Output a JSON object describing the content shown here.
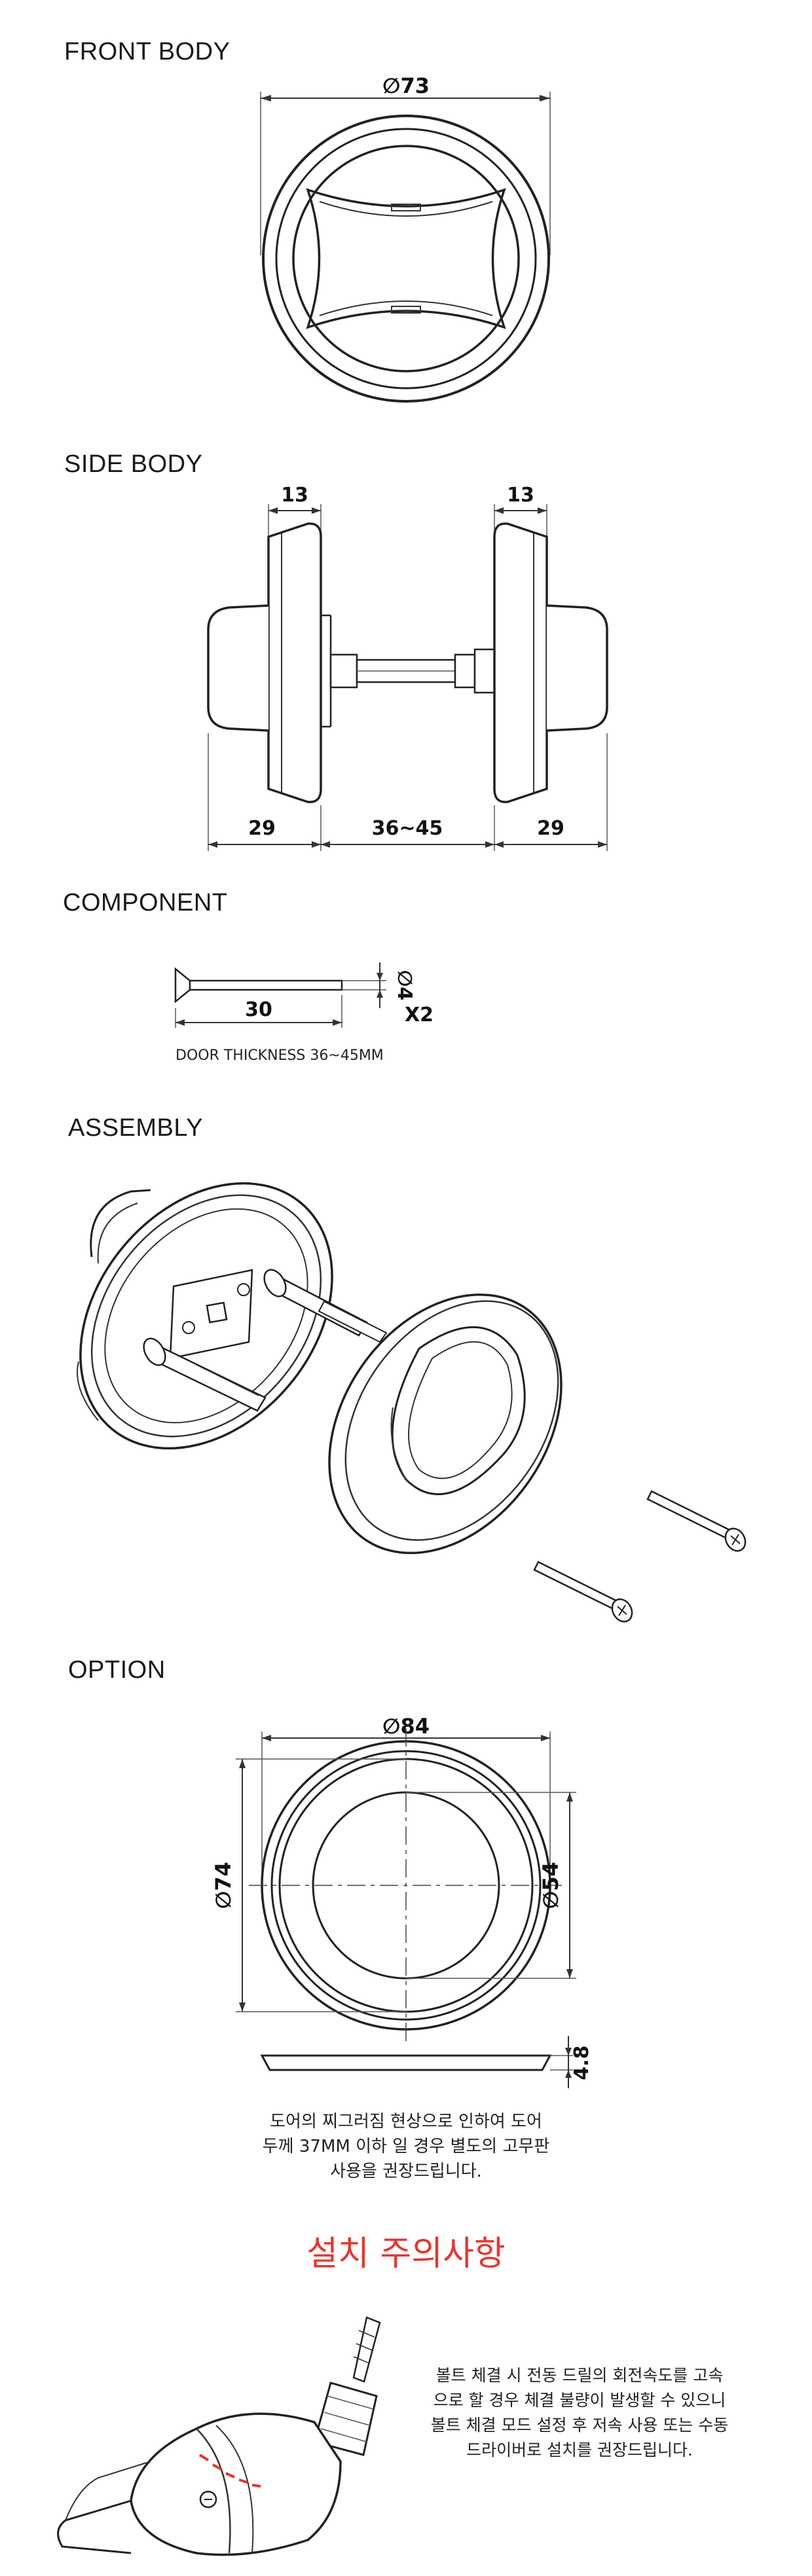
{
  "sections": {
    "front_body": "FRONT BODY",
    "side_body": "SIDE BODY",
    "component": "COMPONENT",
    "assembly": "ASSEMBLY",
    "option": "OPTION"
  },
  "front": {
    "diameter": "∅73"
  },
  "side": {
    "top_left": "13",
    "top_right": "13",
    "bottom_left": "29",
    "bottom_mid": "36~45",
    "bottom_right": "29"
  },
  "component": {
    "length": "30",
    "diameter": "∅4",
    "qty": "X2",
    "door_thickness": "DOOR THICKNESS 36~45MM"
  },
  "option": {
    "outer": "∅84",
    "mid": "∅74",
    "inner": "∅54",
    "thickness": "4.8"
  },
  "option_note": {
    "line1": "도어의 찌그러짐 현상으로 인하여 도어",
    "line2": "두께 37MM 이하 일 경우 별도의 고무판",
    "line3": "사용을 권장드립니다."
  },
  "caution": {
    "title": "설치 주의사항",
    "line1": "볼트 체결 시 전동 드릴의 회전속도를 고속",
    "line2": "으로 할 경우 체결 불량이 발생할 수 있으니",
    "line3": "볼트 체결 모드 설정 후 저속 사용 또는 수동",
    "line4": "드라이버로 설치를 권장드립니다."
  }
}
